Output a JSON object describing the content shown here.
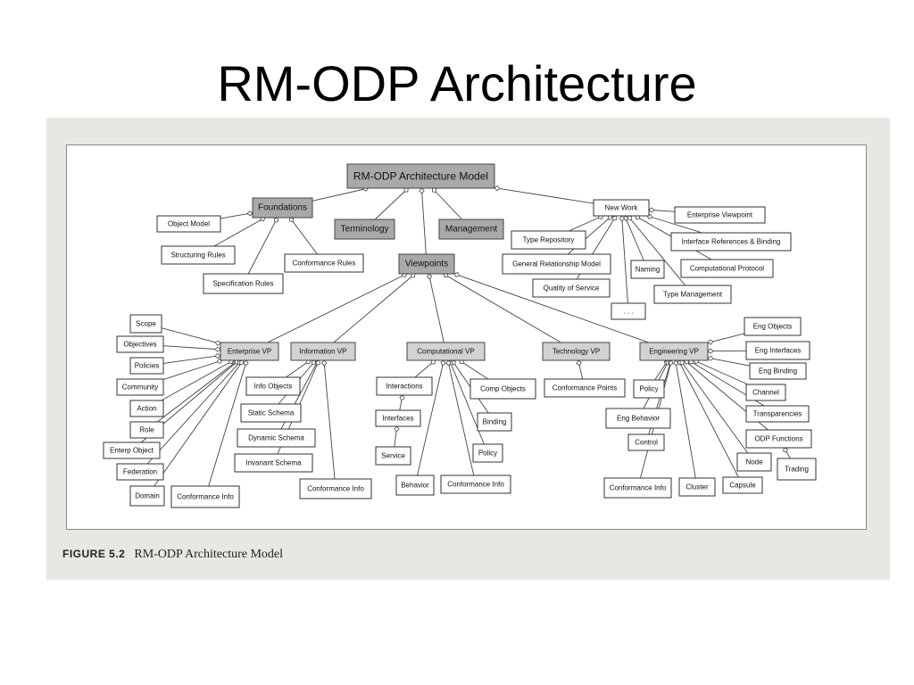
{
  "slide": {
    "title": "RM-ODP Architecture"
  },
  "figure": {
    "caption_label": "FIGURE 5.2",
    "caption_text": "RM-ODP Architecture Model"
  },
  "diagram": {
    "nodes": {
      "root": "RM-ODP Architecture Model",
      "foundations": "Foundations",
      "terminology": "Terminology",
      "management": "Management",
      "viewpoints": "Viewpoints",
      "new_work": "New Work",
      "object_model": "Object Model",
      "structuring_rules": "Structuring Rules",
      "specification_rules": "Specification Rules",
      "conformance_rules": "Conformance Rules",
      "enterprise_viewpoint": "Enterprise Viewpoint",
      "type_repository": "Type Repository",
      "interface_references": "Interface References & Binding",
      "general_relationship_model": "General Relationship Model",
      "naming": "Naming",
      "computational_protocol": "Computational Protocol",
      "quality_of_service": "Quality of Service",
      "type_management": "Type Management",
      "ellipsis": ". . .",
      "enterprise_vp": "Enterprise VP",
      "information_vp": "Information VP",
      "computational_vp": "Computational VP",
      "technology_vp": "Technology VP",
      "engineering_vp": "Engineering VP",
      "scope": "Scope",
      "objectives": "Objectives",
      "policies": "Policies",
      "community": "Community",
      "action": "Action",
      "role": "Role",
      "enterp_object": "Enterp Object",
      "federation": "Federation",
      "domain": "Domain",
      "ent_conformance_info": "Conformance Info",
      "info_objects": "Info Objects",
      "static_schema": "Static Schema",
      "dynamic_schema": "Dynamic Schema",
      "invariant_schema": "Invariant Schema",
      "info_conformance_info": "Conformance Info",
      "interactions": "Interactions",
      "interfaces": "Interfaces",
      "service": "Service",
      "behavior": "Behavior",
      "comp_conformance_info": "Conformance Info",
      "comp_objects": "Comp Objects",
      "binding": "Binding",
      "comp_policy": "Policy",
      "conformance_points": "Conformance Points",
      "eng_policy": "Policy",
      "eng_behavior": "Eng Behavior",
      "control": "Control",
      "eng_conformance_info": "Conformance Info",
      "cluster": "Cluster",
      "capsule": "Capsule",
      "node": "Node",
      "trading": "Trading",
      "eng_objects": "Eng Objects",
      "eng_interfaces": "Eng Interfaces",
      "eng_binding": "Eng Binding",
      "channel": "Channel",
      "transparencies": "Transparencies",
      "odp_functions": "ODP Functions"
    }
  }
}
